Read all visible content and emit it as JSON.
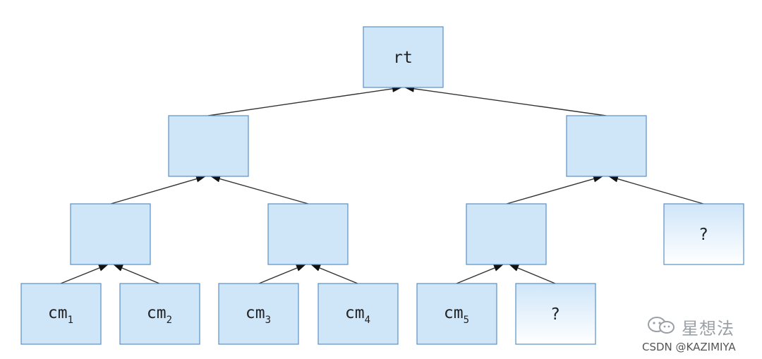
{
  "tree": {
    "root": {
      "label": "rt"
    },
    "leaves": [
      {
        "base": "cm",
        "sub": "1"
      },
      {
        "base": "cm",
        "sub": "2"
      },
      {
        "base": "cm",
        "sub": "3"
      },
      {
        "base": "cm",
        "sub": "4"
      },
      {
        "base": "cm",
        "sub": "5"
      },
      {
        "base": "?",
        "sub": ""
      }
    ],
    "pending_node": {
      "label": "?"
    }
  },
  "colors": {
    "node_fill": "#cfe6f9",
    "node_border": "#5b8fc6",
    "pending_fill_bottom": "#ffffff",
    "edge": "#333333"
  },
  "watermark": {
    "name": "星想法",
    "icon": "wechat-icon",
    "credit": "CSDN @KAZIMIYA"
  }
}
